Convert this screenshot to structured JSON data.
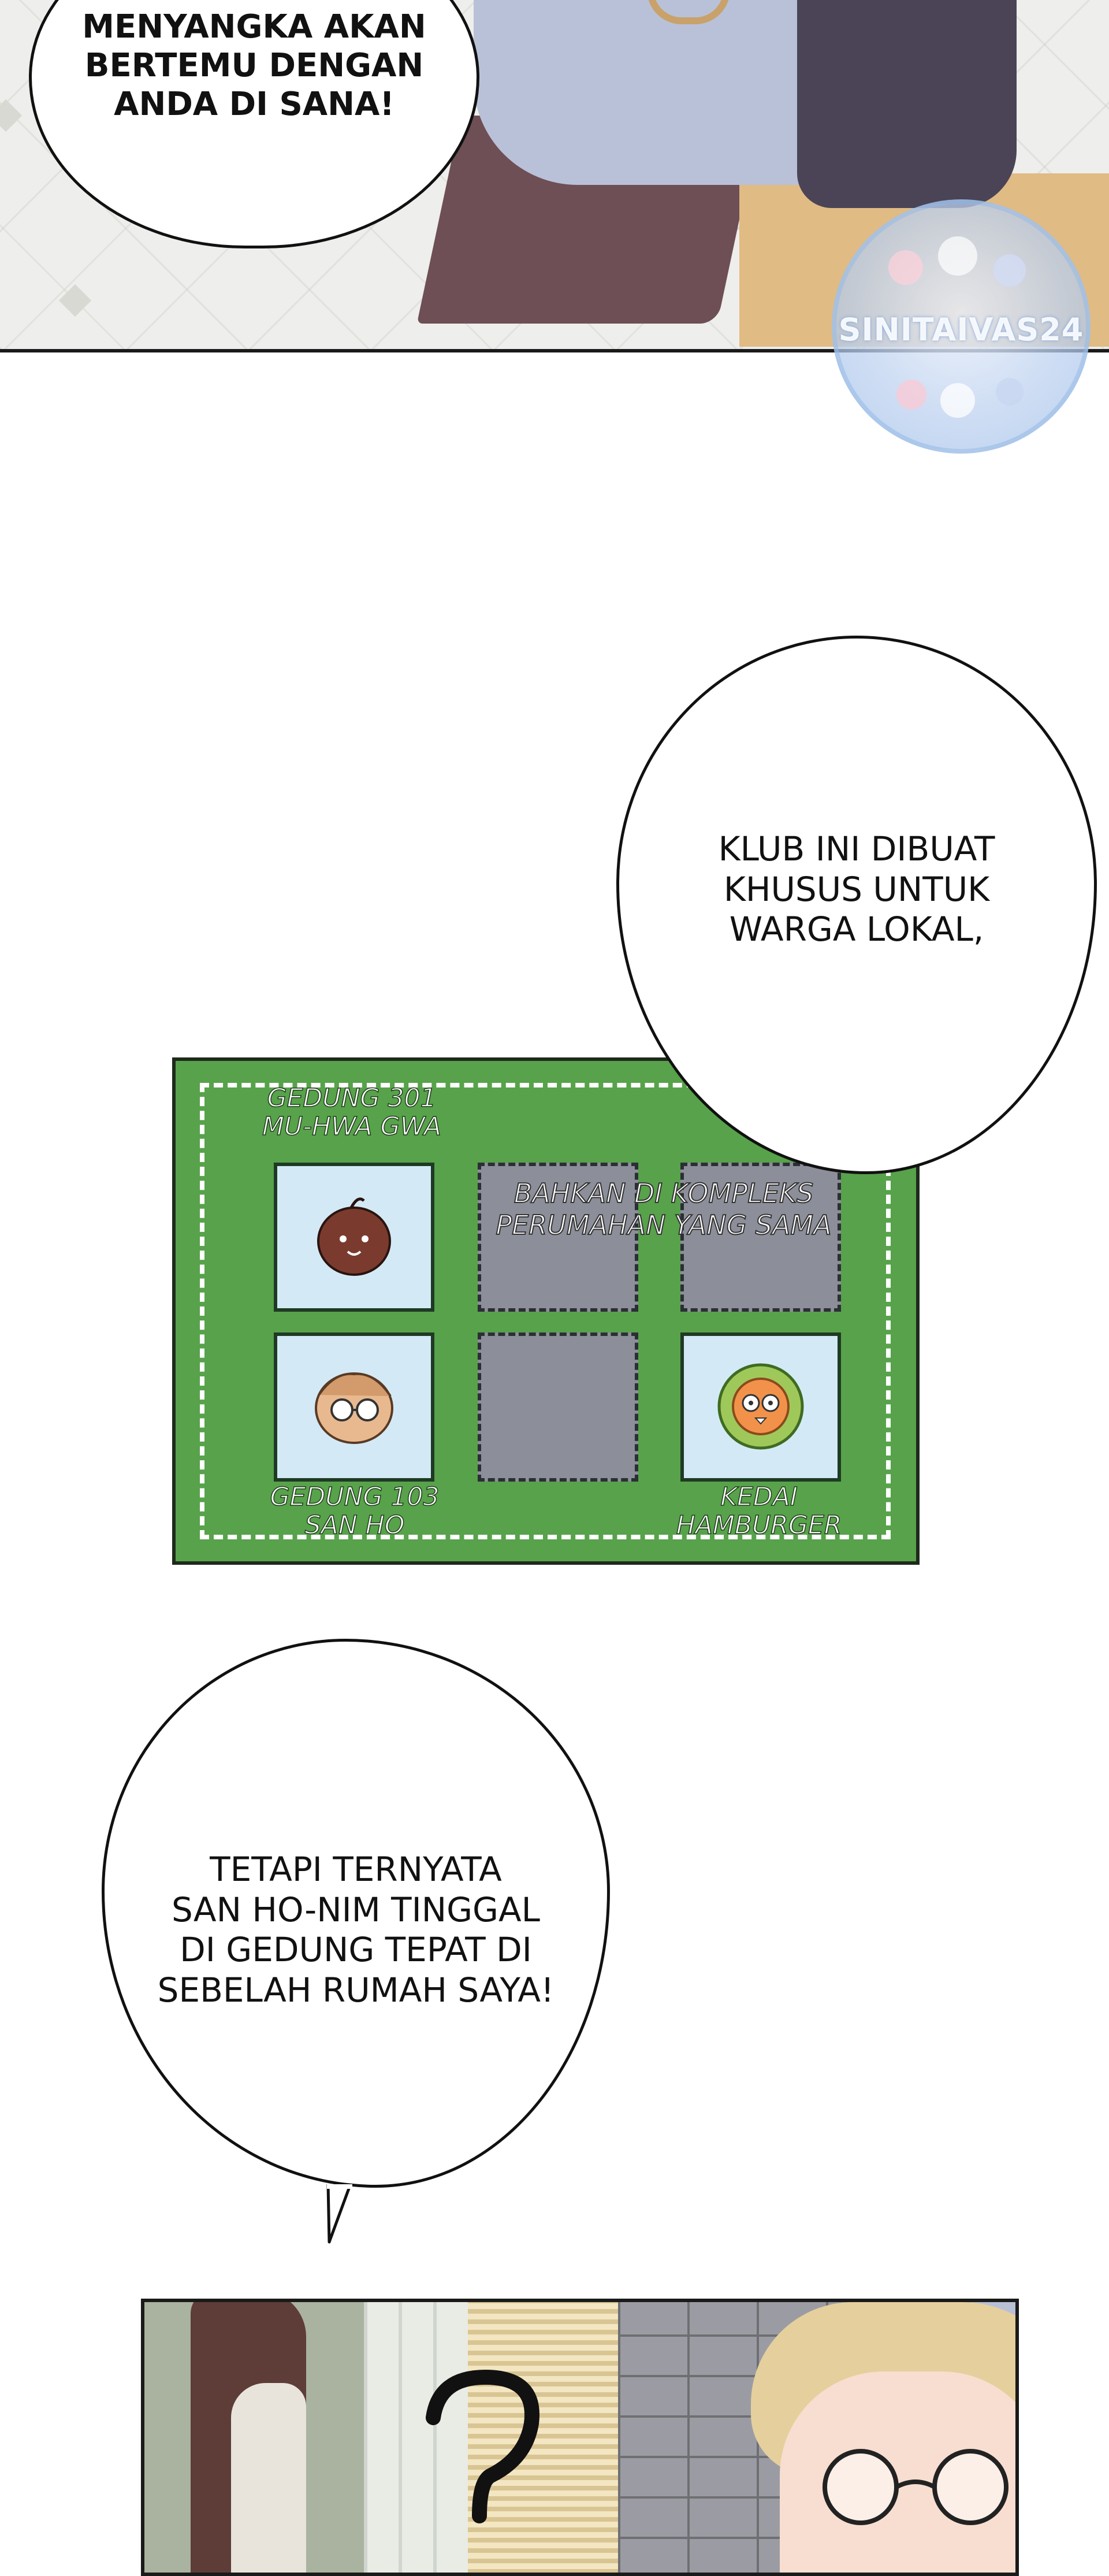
{
  "panel_top": {
    "bubble_lines": [
      "MENYANGKA AKAN",
      "BERTEMU DENGAN",
      "ANDA DI SANA!"
    ]
  },
  "watermark": {
    "text": "SINITAIVAS24"
  },
  "bubble_mid": {
    "lines": [
      "KLUB INI DIBUAT",
      "KHUSUS UNTUK",
      "WARGA LOKAL,"
    ]
  },
  "map": {
    "background_color": "#57a24a",
    "label_301": [
      "GEDUNG 301",
      "MU-HWA GWA"
    ],
    "label_middle": [
      "BAHKAN DI KOMPLEKS",
      "PERUMAHAN YANG SAMA"
    ],
    "label_103": [
      "GEDUNG 103",
      "SAN HO"
    ],
    "label_burger": [
      "KEDAI",
      "HAMBURGER"
    ]
  },
  "bubble_low": {
    "lines": [
      "TETAPI TERNYATA",
      "SAN HO-NIM TINGGAL",
      "DI GEDUNG TEPAT DI",
      "SEBELAH RUMAH SAYA!"
    ]
  }
}
